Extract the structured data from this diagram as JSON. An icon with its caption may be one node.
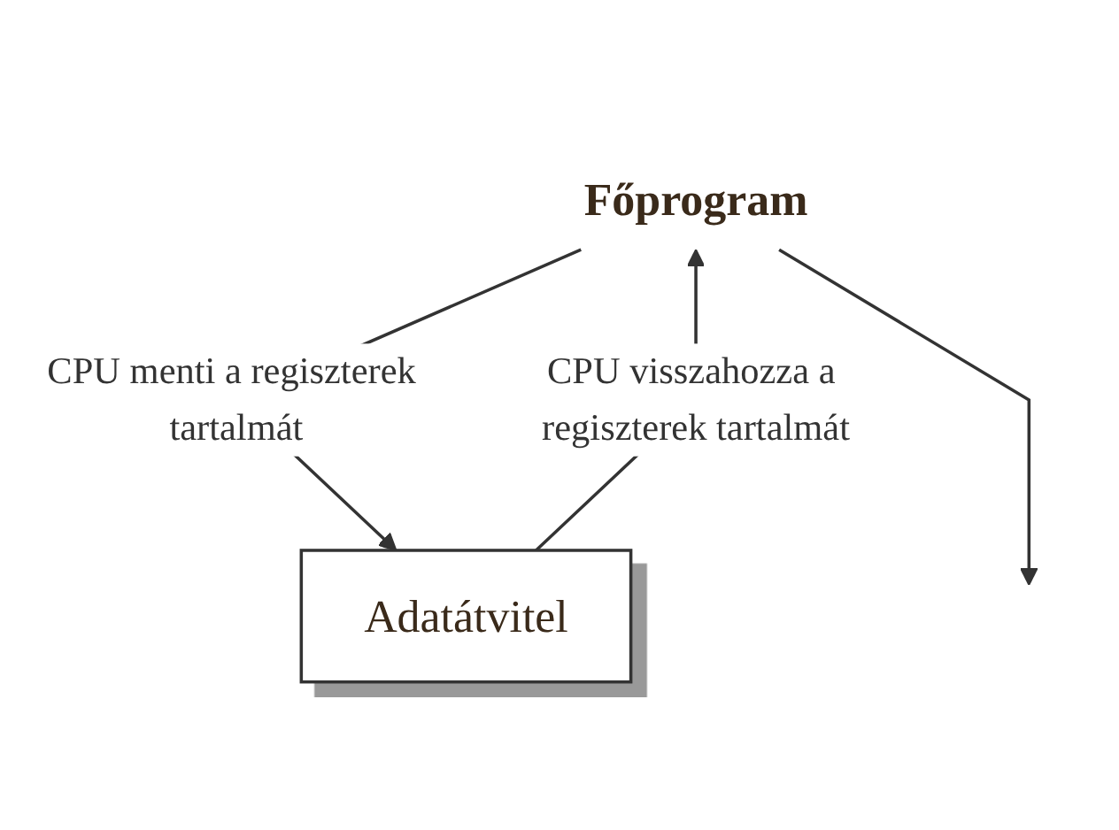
{
  "diagram": {
    "nodes": [
      {
        "text": [
          "Főprogram"
        ]
      },
      {
        "text": [
          "Adatátvitel"
        ]
      }
    ],
    "edges": [
      {
        "from": 0,
        "to": 1,
        "arrow": "to",
        "label": "CPU menti a regiszterek tartalmát"
      },
      {
        "from": 1,
        "to": 0,
        "arrow": "to",
        "label": "CPU visszahozza a regiszterek tartalmát"
      },
      {
        "from": 0,
        "to": null,
        "arrow": "to"
      }
    ]
  }
}
